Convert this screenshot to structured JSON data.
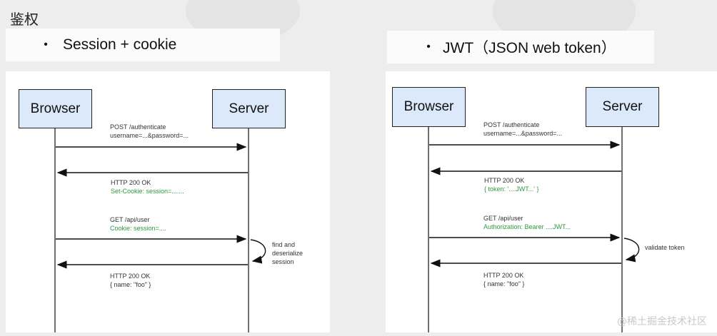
{
  "title": "鉴权",
  "left": {
    "bullet": "Session + cookie",
    "browser": "Browser",
    "server": "Server",
    "m1_l1": "POST /authenticate",
    "m1_l2": "username=...&password=...",
    "m2_l1": "HTTP 200 OK",
    "m2_l2": "Set-Cookie: session=.......",
    "m3_l1": "GET /api/user",
    "m3_l2": "Cookie: session=....",
    "note_l1": "find and",
    "note_l2": "deserialize",
    "note_l3": "session",
    "m4_l1": "HTTP 200 OK",
    "m4_l2": "{ name: \"foo\" }"
  },
  "right": {
    "bullet": "JWT（JSON web token）",
    "browser": "Browser",
    "server": "Server",
    "m1_l1": "POST /authenticate",
    "m1_l2": "username=...&password=...",
    "m2_l1": "HTTP 200 OK",
    "m2_l2": "{ token: '....JWT...' }",
    "m3_l1": "GET /api/user",
    "m3_l2": "Authorization: Bearer ....JWT...",
    "note_l1": "validate token",
    "m4_l1": "HTTP 200 OK",
    "m4_l2": "{ name: \"foo\" }"
  },
  "watermark": "@稀土掘金技术社区",
  "colors": {
    "actor_fill": "#dbe9fb",
    "green_text": "#2e9b3c",
    "line": "#111111"
  }
}
